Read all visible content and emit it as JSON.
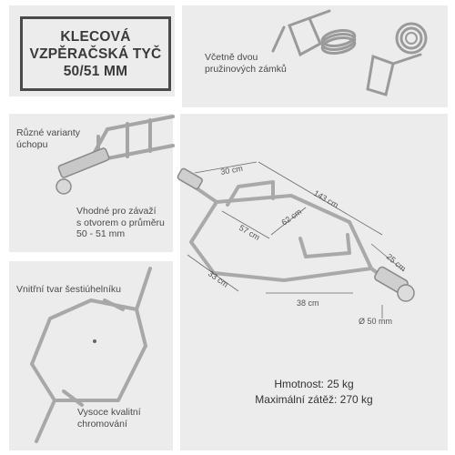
{
  "title": {
    "line1": "KLECOVÁ",
    "line2": "VZPĚRAČSKÁ TYČ",
    "line3": "50/51 MM"
  },
  "features": {
    "locks": [
      "Včetně dvou",
      "pružinových zámků"
    ],
    "grips": [
      "Různé varianty",
      "úchopu"
    ],
    "weights": [
      "Vhodné pro závaží",
      "s otvorem o průměru",
      "50 - 51 mm"
    ],
    "hexagon": "Vnitřní tvar šestiúhelníku",
    "chrome": [
      "Vysoce kvalitní",
      "chromování"
    ]
  },
  "dimensions": {
    "d143": "143 cm",
    "d30": "30 cm",
    "d57": "57 cm",
    "d62": "62 cm",
    "d25": "25 cm",
    "d33": "33 cm",
    "d38": "38 cm",
    "d50mm": "Ø 50 mm"
  },
  "specs": {
    "weight": "Hmotnost: 25 kg",
    "max_load": "Maximální zátěž: 270 kg"
  }
}
